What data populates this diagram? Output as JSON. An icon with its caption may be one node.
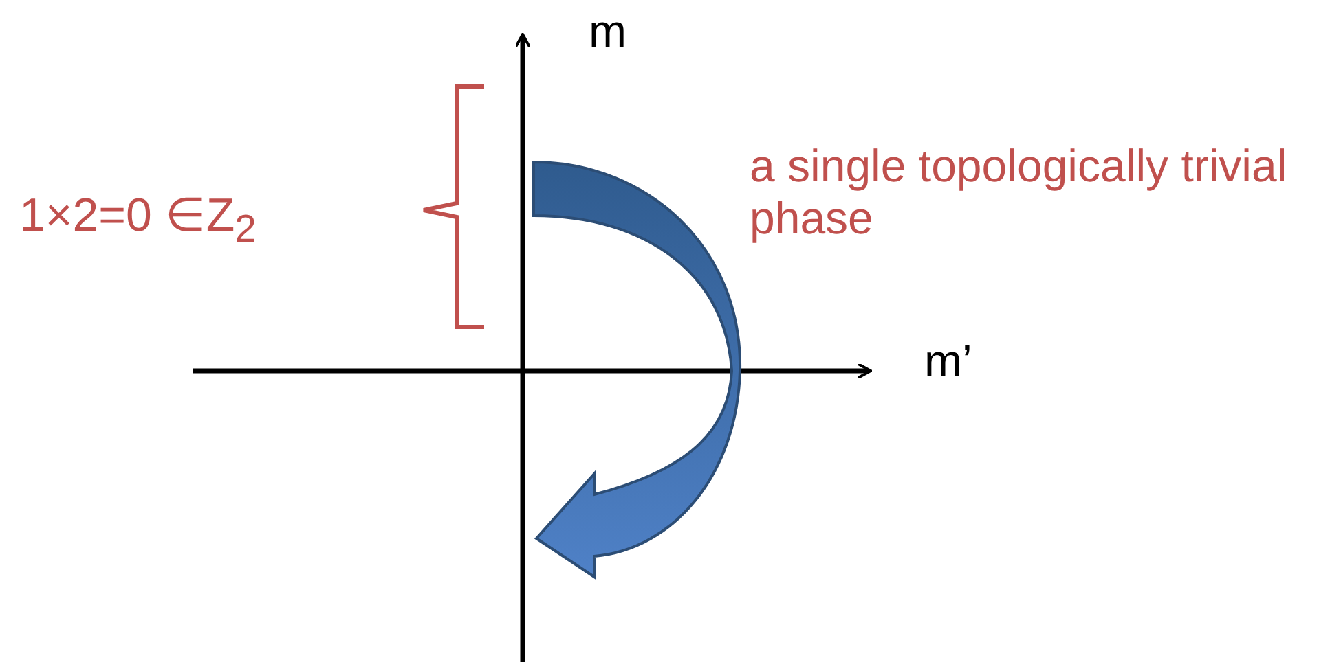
{
  "diagram": {
    "labels": [
      "m",
      "a single topologically trivial phase",
      "1×2=0 ∈Z$_{2}$",
      "m’"
    ]
  }
}
